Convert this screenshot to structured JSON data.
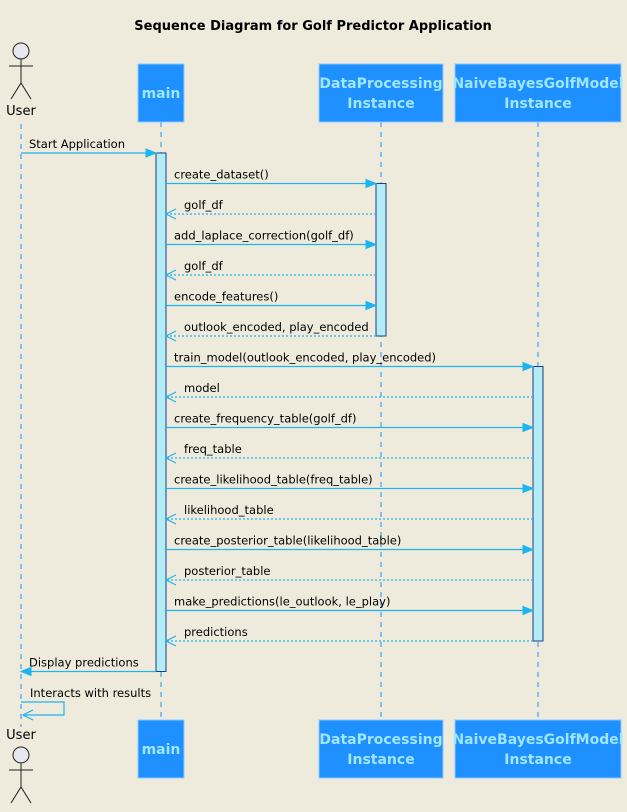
{
  "title": "Sequence Diagram for Golf Predictor Application",
  "participants": [
    {
      "id": "user",
      "type": "actor",
      "label_lines": [
        "User"
      ]
    },
    {
      "id": "main",
      "type": "participant",
      "label_lines": [
        "main"
      ]
    },
    {
      "id": "dp",
      "type": "participant",
      "label_lines": [
        "DataProcessing",
        "Instance"
      ]
    },
    {
      "id": "nb",
      "type": "participant",
      "label_lines": [
        "NaiveBayesGolfModel",
        "Instance"
      ]
    }
  ],
  "messages": [
    {
      "from": "user",
      "to": "main",
      "label": "Start Application",
      "kind": "call"
    },
    {
      "from": "main",
      "to": "dp",
      "label": "create_dataset()",
      "kind": "call"
    },
    {
      "from": "dp",
      "to": "main",
      "label": "golf_df",
      "kind": "return"
    },
    {
      "from": "main",
      "to": "dp",
      "label": "add_laplace_correction(golf_df)",
      "kind": "call"
    },
    {
      "from": "dp",
      "to": "main",
      "label": "golf_df",
      "kind": "return"
    },
    {
      "from": "main",
      "to": "dp",
      "label": "encode_features()",
      "kind": "call"
    },
    {
      "from": "dp",
      "to": "main",
      "label": "outlook_encoded, play_encoded",
      "kind": "return"
    },
    {
      "from": "main",
      "to": "nb",
      "label": "train_model(outlook_encoded, play_encoded)",
      "kind": "call"
    },
    {
      "from": "nb",
      "to": "main",
      "label": "model",
      "kind": "return"
    },
    {
      "from": "main",
      "to": "nb",
      "label": "create_frequency_table(golf_df)",
      "kind": "call"
    },
    {
      "from": "nb",
      "to": "main",
      "label": "freq_table",
      "kind": "return"
    },
    {
      "from": "main",
      "to": "nb",
      "label": "create_likelihood_table(freq_table)",
      "kind": "call"
    },
    {
      "from": "nb",
      "to": "main",
      "label": "likelihood_table",
      "kind": "return"
    },
    {
      "from": "main",
      "to": "nb",
      "label": "create_posterior_table(likelihood_table)",
      "kind": "call"
    },
    {
      "from": "nb",
      "to": "main",
      "label": "posterior_table",
      "kind": "return"
    },
    {
      "from": "main",
      "to": "nb",
      "label": "make_predictions(le_outlook, le_play)",
      "kind": "call"
    },
    {
      "from": "nb",
      "to": "main",
      "label": "predictions",
      "kind": "return"
    },
    {
      "from": "main",
      "to": "user",
      "label": "Display predictions",
      "kind": "call"
    },
    {
      "from": "user",
      "to": "user",
      "label": "Interacts with results",
      "kind": "self"
    }
  ],
  "colors": {
    "background": "#eeebdc",
    "participant_fill": "#1e90ff",
    "participant_text": "#9fe6ff",
    "arrow": "#1eb4f0",
    "lifeline": "#1e90ff",
    "activation_fill": "#b3ecf5"
  }
}
